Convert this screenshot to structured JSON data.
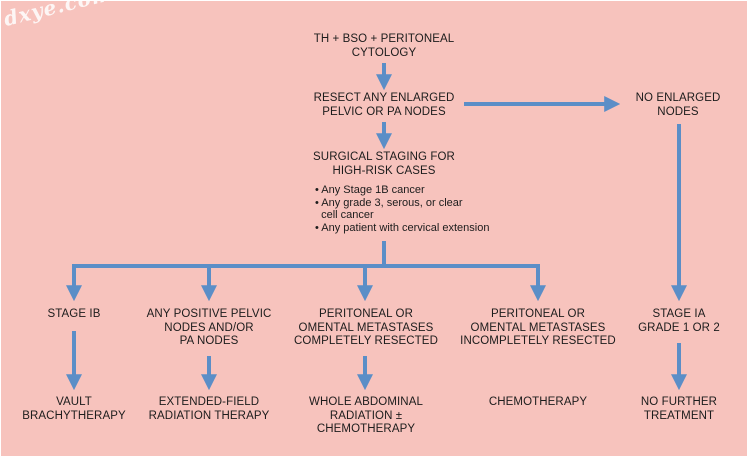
{
  "watermark": "dxye.com",
  "colors": {
    "background": "#f7c3bd",
    "arrow": "#5b8ec7",
    "text": "#1c1c1c"
  },
  "nodes": {
    "start": [
      "TH + BSO + PERITONEAL",
      "CYTOLOGY"
    ],
    "resect": [
      "RESECT ANY ENLARGED",
      "PELVIC OR PA NODES"
    ],
    "no_nodes": [
      "NO ENLARGED",
      "NODES"
    ],
    "staging": [
      "SURGICAL STAGING FOR",
      "HIGH-RISK CASES"
    ],
    "staging_bullets": [
      "• Any Stage 1B cancer",
      "• Any grade 3, serous, or clear",
      "  cell cancer",
      "• Any patient with cervical extension"
    ],
    "stage_ib": [
      "STAGE IB"
    ],
    "positive_nodes": [
      "ANY POSITIVE PELVIC",
      "NODES AND/OR",
      "PA NODES"
    ],
    "met_complete": [
      "PERITONEAL OR",
      "OMENTAL METASTASES",
      "COMPLETELY RESECTED"
    ],
    "met_incomplete": [
      "PERITONEAL OR",
      "OMENTAL METASTASES",
      "INCOMPLETELY RESECTED"
    ],
    "stage_ia": [
      "STAGE IA",
      "GRADE 1 OR 2"
    ],
    "vault": [
      "VAULT",
      "BRACHYTHERAPY"
    ],
    "extended": [
      "EXTENDED-FIELD",
      "RADIATION THERAPY"
    ],
    "whole_abd": [
      "WHOLE ABDOMINAL",
      "RADIATION ±",
      "CHEMOTHERAPY"
    ],
    "chemo": [
      "CHEMOTHERAPY"
    ],
    "no_further": [
      "NO FURTHER",
      "TREATMENT"
    ]
  }
}
